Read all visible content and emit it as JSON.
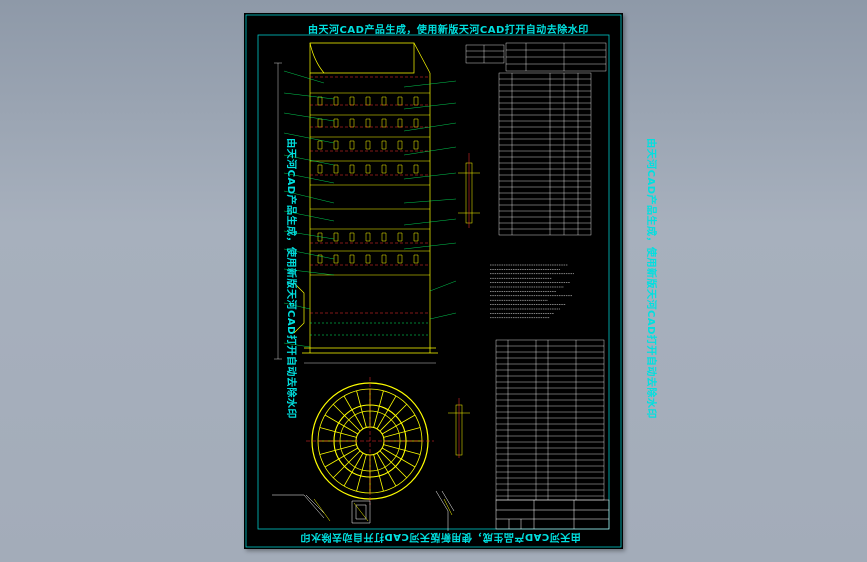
{
  "watermark": {
    "top": "由天河CAD产品生成，使用新版天河CAD打开自动去除水印",
    "bottom": "由天河CAD产品生成，使用新版天河CAD打开自动去除水印",
    "left": "由天河CAD产品生成，使用新版天河CAD打开自动去除水印",
    "right": "由天河CAD产品生成，使用新版天河CAD打开自动去除水印"
  },
  "colors": {
    "background": "#9aa4b2",
    "sheet": "#000000",
    "border": "#00c8c8",
    "tower": "#ffff00",
    "leader": "#00ff66",
    "accent": "#ff3333",
    "text": "#ffffff"
  }
}
